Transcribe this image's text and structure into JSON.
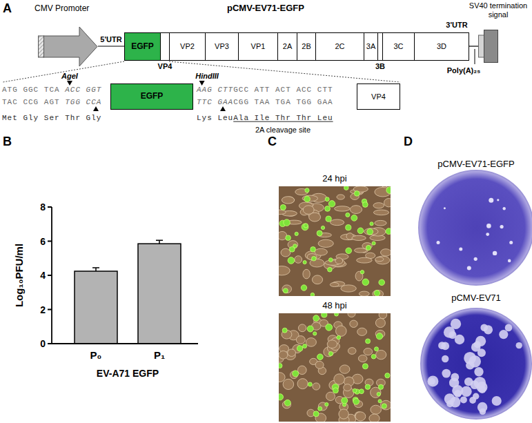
{
  "diagram": {
    "nodes": [
      {
        "text": [
          "CMV Promoter"
        ]
      },
      {
        "text": [
          "EGFP"
        ]
      },
      {
        "text": [
          "VP4"
        ]
      },
      {
        "text": [
          "VP2"
        ]
      },
      {
        "text": [
          "VP3"
        ]
      },
      {
        "text": [
          "VP1"
        ]
      },
      {
        "text": [
          "2A"
        ]
      },
      {
        "text": [
          "2B"
        ]
      },
      {
        "text": [
          "2C"
        ]
      },
      {
        "text": [
          "3A"
        ]
      },
      {
        "text": [
          "3B"
        ]
      },
      {
        "text": [
          "3C"
        ]
      },
      {
        "text": [
          "3D"
        ]
      },
      {
        "text": [
          "SV40 termination signal"
        ]
      },
      {
        "text": [
          "EGFP"
        ]
      },
      {
        "text": [
          "VP4"
        ]
      }
    ],
    "labels": [
      "A",
      "pCMV-EV71-EGFP",
      "5'UTR",
      "3'UTR",
      "Poly(A)₂₅",
      "ATG GGC TCA",
      "ACC GGT",
      "TAC CCG AGT",
      "TGG CCA",
      "Met Gly Ser Thr Gly",
      "AgeI",
      "HindIII",
      "AAG CTT",
      "GCC ATT ACT ACC CTT",
      "TTC GAA",
      "CGG TAA TGA TGG GAA",
      "Lys Leu",
      "Ala Ile Thr Thr Leu",
      "2A cleavage site",
      "B",
      "8",
      "6",
      "4",
      "2",
      "0",
      "Log₁₀PFU/ml",
      "P₀",
      "P₁",
      "EV-A71 EGFP",
      "C",
      "24 hpi",
      "48 hpi",
      "D",
      "pCMV-EV71-EGFP",
      "pCMV-EV71"
    ]
  }
}
